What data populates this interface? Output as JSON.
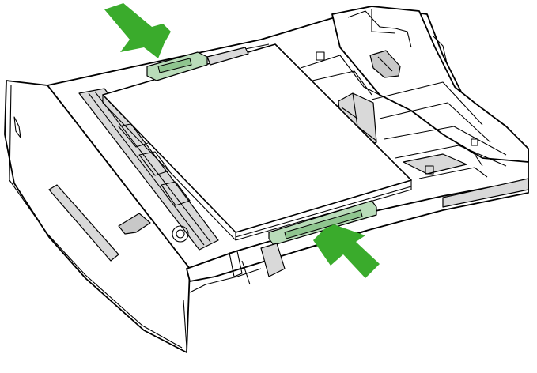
{
  "colors": {
    "arrow": "#3aab2c",
    "guide": "#b9dcb9",
    "tray_shade": "#d9d9d9",
    "outline": "#000000"
  },
  "figure": {
    "subject": "paper-tray",
    "arrows": [
      {
        "name": "arrow-top",
        "direction": "down-right"
      },
      {
        "name": "arrow-bottom",
        "direction": "up-left"
      }
    ]
  }
}
